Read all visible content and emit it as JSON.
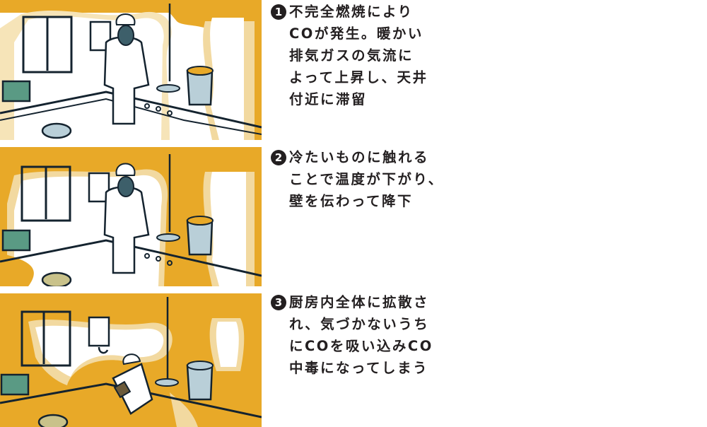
{
  "colors": {
    "co_gas_yellow": "#e8a928",
    "co_gas_light": "#f2d9a0",
    "outline": "#14232f",
    "appliance_green": "#5a9a84",
    "pot_blue": "#b9cfd8",
    "chef_face": "#3d5f6a"
  },
  "steps": [
    {
      "number": "1",
      "lines": [
        "不完全燃焼により",
        "COが発生。暖かい",
        "排気ガスの気流に",
        "よって上昇し、天井",
        "付近に滞留"
      ]
    },
    {
      "number": "2",
      "lines": [
        "冷たいものに触れる",
        "ことで温度が下がり、",
        "壁を伝わって降下"
      ]
    },
    {
      "number": "3",
      "lines": [
        "厨房内全体に拡散さ",
        "れ、気づかないうち",
        "にCOを吸い込みCO",
        "中毒になってしまう"
      ]
    }
  ],
  "illustrations": [
    {
      "scene": "chef-cooking-co-rising-to-ceiling"
    },
    {
      "scene": "chef-cooking-co-descending-walls"
    },
    {
      "scene": "chef-collapsed-co-filled-kitchen"
    }
  ]
}
